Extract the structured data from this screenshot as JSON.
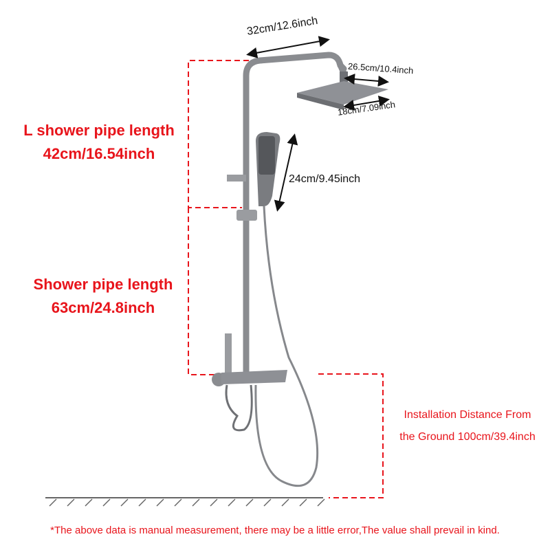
{
  "dimensions": {
    "top_pipe": "32cm/12.6inch",
    "head_length": "26.5cm/10.4inch",
    "head_width": "18cm/7.09inch",
    "hand_shower": "24cm/9.45inch"
  },
  "labels": {
    "l_pipe_title": "L shower pipe length",
    "l_pipe_value": "42cm/16.54inch",
    "pipe_title": "Shower pipe length",
    "pipe_value": "63cm/24.8inch",
    "install_line1": "Installation Distance From",
    "install_line2": "the Ground 100cm/39.4inch"
  },
  "note": "*The above data is manual measurement, there may be a little error,The value shall prevail in kind.",
  "colors": {
    "accent_red": "#e8141b",
    "metal": "#8a8c90"
  }
}
